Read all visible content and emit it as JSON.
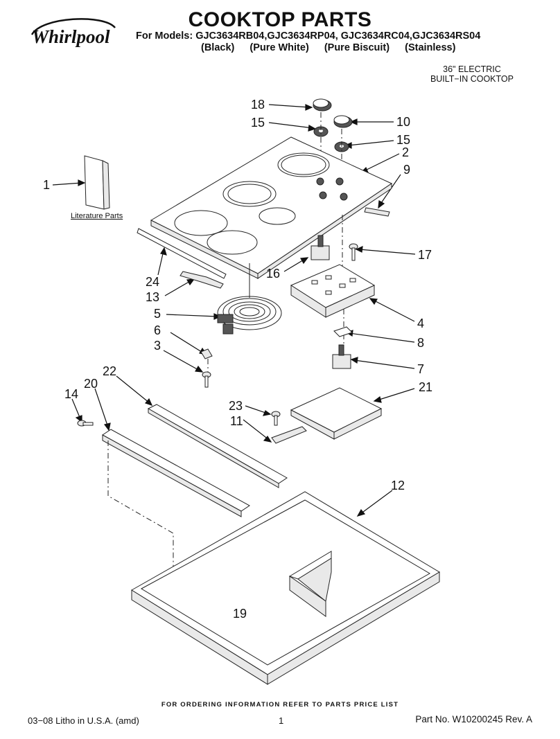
{
  "brand": "Whirlpool",
  "header": {
    "title": "COOKTOP PARTS",
    "models": "For Models: GJC3634RB04,GJC3634RP04, GJC3634RC04,GJC3634RS04",
    "colors": [
      "(Black)",
      "(Pure White)",
      "(Pure Biscuit)",
      "(Stainless)"
    ],
    "product_line1": "36\" ELECTRIC",
    "product_line2": "BUILT−IN COOKTOP"
  },
  "literature_label": "Literature Parts",
  "callouts": [
    "18",
    "15",
    "10",
    "15",
    "2",
    "9",
    "1",
    "17",
    "16",
    "24",
    "13",
    "5",
    "4",
    "6",
    "8",
    "3",
    "7",
    "22",
    "21",
    "20",
    "14",
    "23",
    "11",
    "12",
    "19"
  ],
  "footer": {
    "ordering": "FOR ORDERING INFORMATION REFER TO PARTS PRICE LIST",
    "litho": "03−08 Litho in U.S.A. (amd)",
    "page": "1",
    "part_no": "Part No. W10200245 Rev. A"
  }
}
